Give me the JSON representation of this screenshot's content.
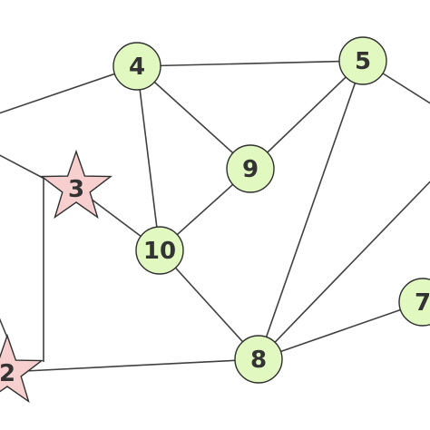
{
  "colors": {
    "circle_fill": "#e1f8c1",
    "star_fill": "#f7cfcf",
    "edge": "#404040",
    "outline": "#2f2f2f",
    "label": "#333333"
  },
  "nodes": [
    {
      "id": "4",
      "label": "4",
      "shape": "circle"
    },
    {
      "id": "5",
      "label": "5",
      "shape": "circle"
    },
    {
      "id": "9",
      "label": "9",
      "shape": "circle"
    },
    {
      "id": "3",
      "label": "3",
      "shape": "star"
    },
    {
      "id": "10",
      "label": "10",
      "shape": "circle"
    },
    {
      "id": "7",
      "label": "7",
      "shape": "circle"
    },
    {
      "id": "8",
      "label": "8",
      "shape": "circle"
    },
    {
      "id": "2",
      "label": "2",
      "shape": "star"
    }
  ],
  "edges": [
    [
      "4",
      "5"
    ],
    [
      "4",
      "9"
    ],
    [
      "4",
      "10"
    ],
    [
      "5",
      "9"
    ],
    [
      "5",
      "8"
    ],
    [
      "9",
      "10"
    ],
    [
      "10",
      "8"
    ],
    [
      "3",
      "10"
    ],
    [
      "8",
      "2"
    ],
    [
      "8",
      "7"
    ]
  ]
}
